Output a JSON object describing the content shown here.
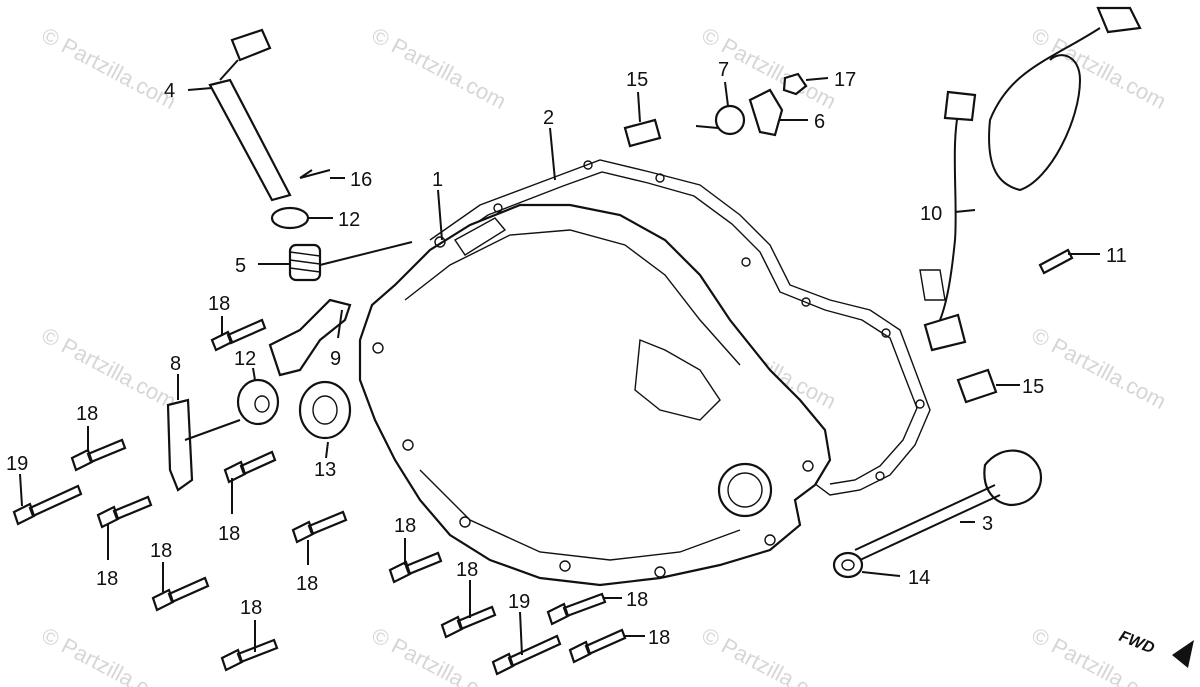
{
  "watermark": {
    "text": "© Partzilla.com"
  },
  "callouts": {
    "c1": "1",
    "c2": "2",
    "c3": "3",
    "c4": "4",
    "c5": "5",
    "c6": "6",
    "c7": "7",
    "c8": "8",
    "c9": "9",
    "c10": "10",
    "c11": "11",
    "c12a": "12",
    "c12b": "12",
    "c13": "13",
    "c14": "14",
    "c15a": "15",
    "c15b": "15",
    "c16": "16",
    "c17": "17",
    "c18a": "18",
    "c18b": "18",
    "c18c": "18",
    "c18d": "18",
    "c18e": "18",
    "c18f": "18",
    "c18g": "18",
    "c18h": "18",
    "c18i": "18",
    "c18j": "18",
    "c18k": "18",
    "c19a": "19",
    "c19b": "19"
  },
  "direction_label": "FWD",
  "colors": {
    "ink": "#111111",
    "watermark": "#d6d6d6",
    "background": "#ffffff"
  }
}
